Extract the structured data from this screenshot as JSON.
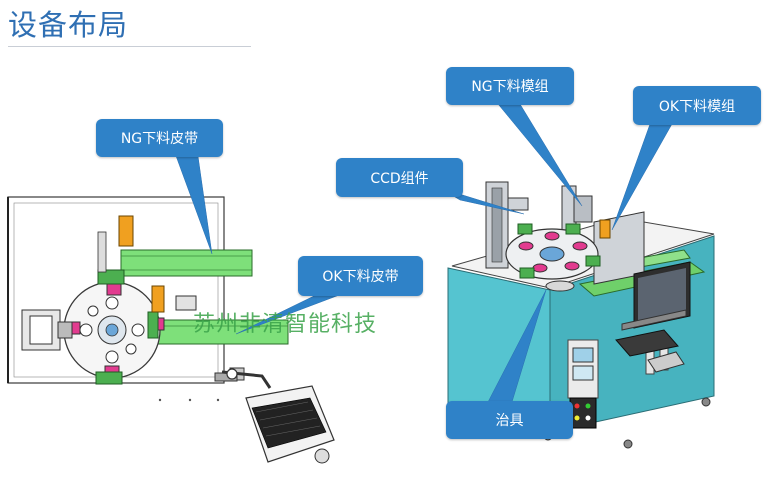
{
  "page": {
    "title": "设备布局"
  },
  "watermark": "苏州非清智能科技",
  "callouts": {
    "ng_belt": "NG下料皮带",
    "ok_belt": "OK下料皮带",
    "ng_module": "NG下料模组",
    "ok_module": "OK下料模组",
    "ccd": "CCD组件",
    "fixture": "治具"
  },
  "colors": {
    "title": "#2f6fb3",
    "callout": "#2f82c8",
    "belt_green": "#7ee07a",
    "cabinet_teal": "#4fc0cc",
    "watermark": "#3aa34a"
  }
}
